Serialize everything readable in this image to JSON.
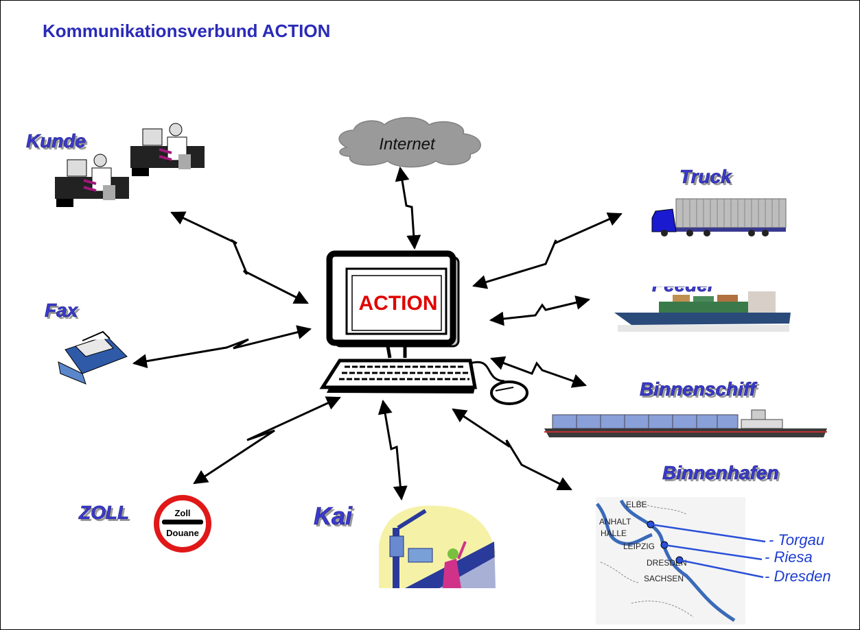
{
  "title": "Kommunikationsverbund ACTION",
  "center": {
    "label": "ACTION"
  },
  "nodes": {
    "kunde": "Kunde",
    "internet": "Internet",
    "truck": "Truck",
    "feeder": "Feeder",
    "fax": "Fax",
    "binnenschiff": "Binnenschiff",
    "binnenhafen": "Binnenhafen",
    "zoll": "ZOLL",
    "kai": "Kai"
  },
  "zoll_sign": {
    "top": "Zoll",
    "bottom": "Douane"
  },
  "map": {
    "cities": [
      "ANHALT",
      "HALLE",
      "LEIPZIG",
      "DRESDEN",
      "SACHSEN",
      "ELBE"
    ],
    "ports": [
      "- Torgau",
      "- Riesa",
      "- Dresden"
    ]
  },
  "colors": {
    "title": "#2a2ab8",
    "label": "#3a3ad0",
    "action": "#e00000",
    "ports": "#1d3cd0"
  }
}
